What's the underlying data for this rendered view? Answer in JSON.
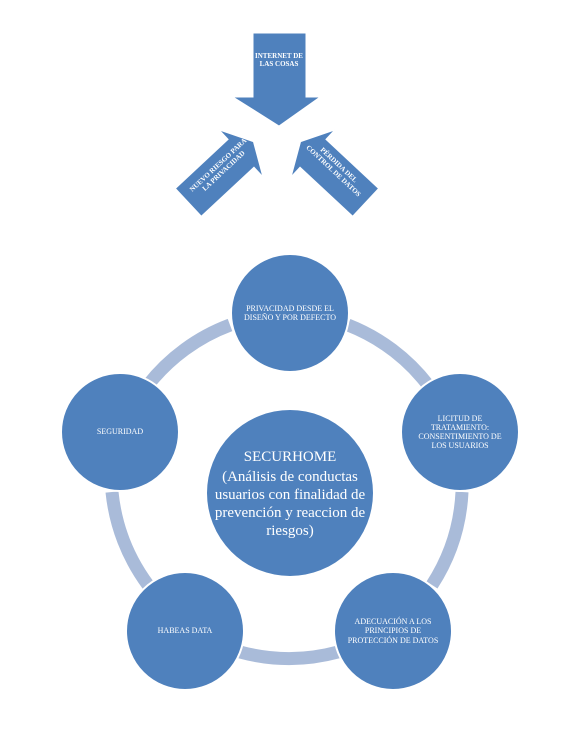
{
  "colors": {
    "node_fill": "#4f81bd",
    "node_stroke": "#ffffff",
    "ring": "#a9bbd9",
    "arrow_fill": "#4f81bd",
    "text": "#ffffff"
  },
  "arrows": {
    "top": {
      "text": "INTERNET DE LAS COSAS"
    },
    "left": {
      "text": "NUEVO RIESGO PARA LA PRIVACIDAD"
    },
    "right": {
      "text": "PÉRDIDA DEL CONTROL DE DATOS"
    }
  },
  "center": {
    "title": "SECURHOME",
    "subtitle": "(Análisis de conductas usuarios con finalidad de prevención y reaccion de riesgos)"
  },
  "nodes": [
    {
      "text": "PRIVACIDAD DESDE EL DISEÑO Y POR DEFECTO"
    },
    {
      "text": "LICITUD DE TRATAMIENTO: CONSENTIMIENTO DE LOS USUARIOS"
    },
    {
      "text": "ADECUACIÓN A LOS PRINCIPIOS DE PROTECCIÓN DE DATOS"
    },
    {
      "text": "HABEAS DATA"
    },
    {
      "text": "SEGURIDAD"
    }
  ]
}
